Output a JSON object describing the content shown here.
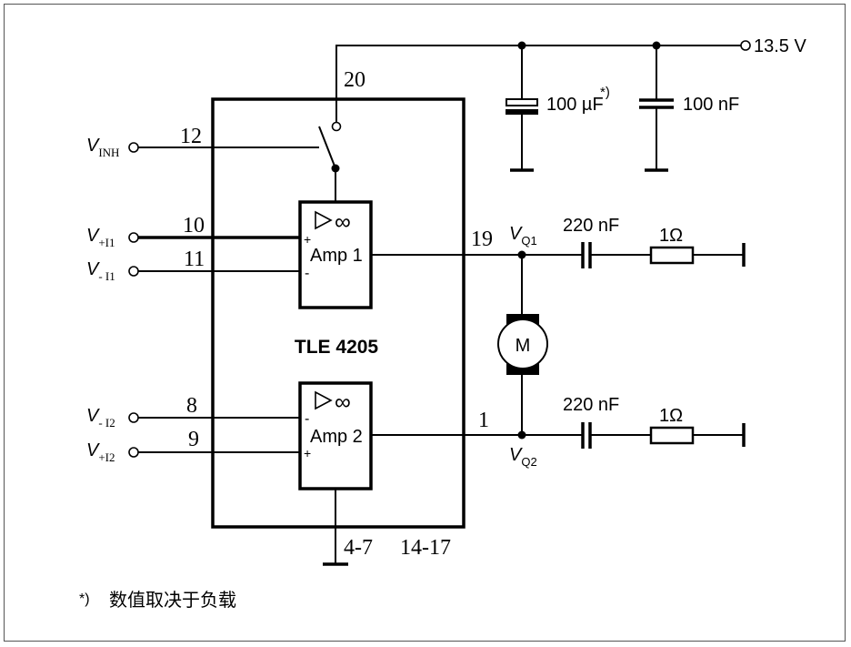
{
  "ic": {
    "name": "TLE 4205"
  },
  "supply": {
    "voltage": "13.5 V"
  },
  "capacitors": {
    "bulk": "100 µF",
    "bulk_note": "*)",
    "decoupling": "100 nF",
    "snubber_cap": "220 nF"
  },
  "resistors": {
    "snubber_res": "1Ω"
  },
  "amps": {
    "amp1": "Amp 1",
    "amp2": "Amp 2"
  },
  "inputs": {
    "inh": {
      "v": "V",
      "sub": "INH"
    },
    "plus1": {
      "v": "V",
      "sub": "+I1"
    },
    "minus1": {
      "v": "V",
      "sub": "- I1"
    },
    "minus2": {
      "v": "V",
      "sub": "- I2"
    },
    "plus2": {
      "v": "V",
      "sub": "+I2"
    }
  },
  "outputs": {
    "q1": {
      "v": "V",
      "sub": "Q1"
    },
    "q2": {
      "v": "V",
      "sub": "Q2"
    }
  },
  "pins": {
    "p20": "20",
    "p12": "12",
    "p10": "10",
    "p11": "11",
    "p8": "8",
    "p9": "9",
    "p19": "19",
    "p1": "1",
    "gnd_a": "4-7",
    "gnd_b": "14-17"
  },
  "motor": {
    "label": "M"
  },
  "footnote": {
    "mark": "*)",
    "text": "数值取决于负载"
  }
}
